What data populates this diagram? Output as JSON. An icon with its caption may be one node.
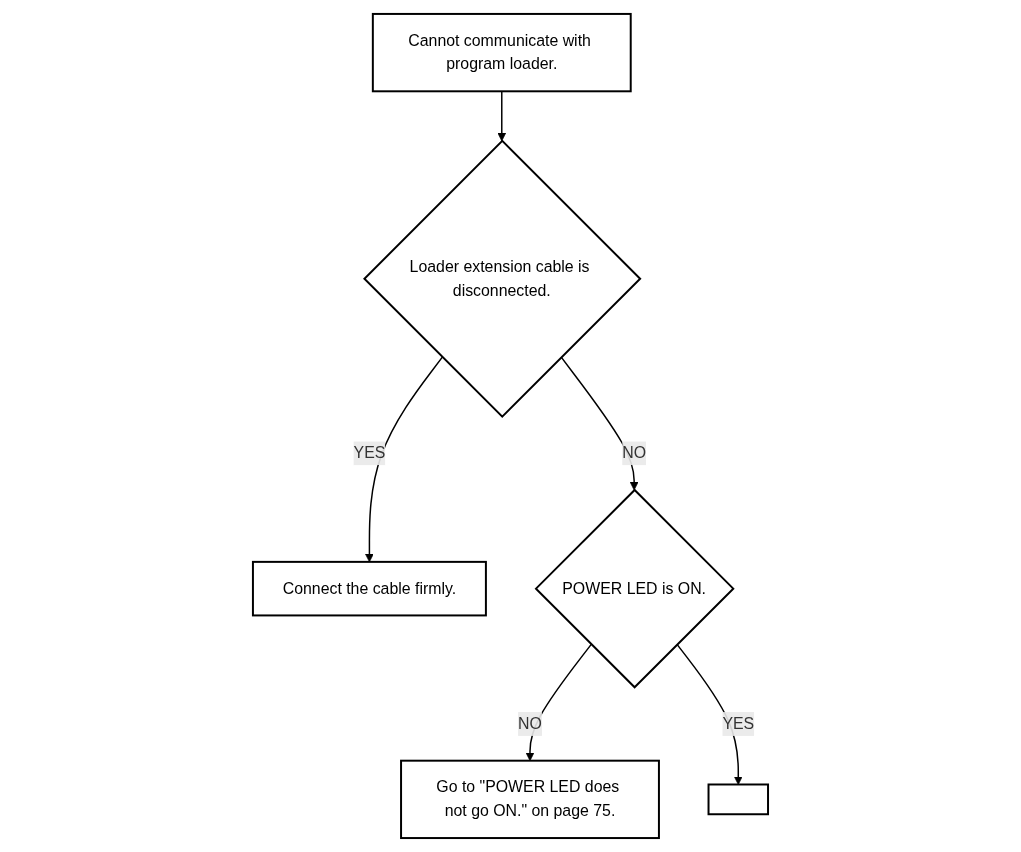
{
  "diagram": {
    "nodes": [
      {
        "text": [
          "Cannot communicate with program loader."
        ]
      },
      {
        "text": [
          "Loader extension cable is disconnected."
        ]
      },
      {
        "text": [
          "Connect the cable firmly."
        ]
      },
      {
        "text": [
          "POWER LED is ON."
        ]
      },
      {
        "text": [
          "Go to \"POWER LED does not go ON.\" on page 75."
        ]
      },
      {
        "text": [],
        "shape": "box"
      }
    ],
    "edges": [
      {
        "from": 0,
        "to": 1,
        "arrow": "to"
      },
      {
        "from": 1,
        "to": 2,
        "arrow": "to",
        "label": "YES"
      },
      {
        "from": 1,
        "to": 3,
        "arrow": "to",
        "label": "NO"
      },
      {
        "from": 3,
        "to": 4,
        "arrow": "to",
        "label": "NO"
      },
      {
        "from": 3,
        "to": 5,
        "arrow": "to",
        "label": "YES"
      }
    ]
  }
}
